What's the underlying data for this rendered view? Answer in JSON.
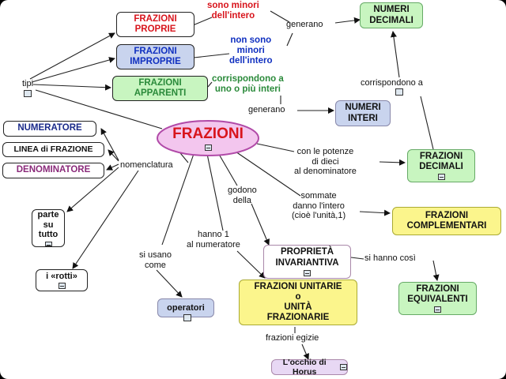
{
  "center": {
    "label": "FRAZIONI"
  },
  "types": {
    "label": "tipi",
    "proprie": "FRAZIONI PROPRIE",
    "improprie": "FRAZIONI IMPROPRIE",
    "apparenti": "FRAZIONI APPARENTI",
    "proprie_desc": "sono minori\ndell'intero",
    "improprie_desc": "non sono\nminori\ndell'intero",
    "apparenti_desc": "corrispondono a\nuno o più interi"
  },
  "links": {
    "generano_top": "generano",
    "generano_mid": "generano",
    "corrispondono_a": "corrispondono a",
    "nomenclatura": "nomenclatura",
    "potenze": "con le potenze\ndi dieci\nal denominatore",
    "godono": "godono\ndella",
    "sommate": "sommate\ndanno l'intero\n(cioè l'unità,1)",
    "hanno1": "hanno 1\nal numeratore",
    "si_usano": "si usano\ncome",
    "si_hanno": "si hanno così",
    "frazioni_egizie": "frazioni egizie"
  },
  "nodes": {
    "numeri_decimali": "NUMERI\nDECIMALI",
    "numeri_interi": "NUMERI\nINTERI",
    "frazioni_decimali": "FRAZIONI\nDECIMALI",
    "frazioni_complementari": "FRAZIONI\nCOMPLEMENTARI",
    "proprieta": "PROPRIETÀ\nINVARIANTIVA",
    "frazioni_equivalenti": "FRAZIONI\nEQUIVALENTI",
    "frazioni_unitarie": "FRAZIONI UNITARIE\no\nUNITÀ\nFRAZIONARIE",
    "occhio": "L'occhio di Horus",
    "operatori": "operatori",
    "numeratore": "NUMERATORE",
    "linea": "LINEA di FRAZIONE",
    "denominatore": "DENOMINATORE",
    "parte_su_tutto": "parte\nsu\ntutto",
    "rotti": "i «rotti»"
  },
  "colors": {
    "red": "#d8141c",
    "blue": "#1030c0",
    "green": "#2a8a3a",
    "center_fill": "#f3c6ee",
    "center_stroke": "#b14aa8",
    "green_node": "#c8f5c0",
    "blue_node": "#c9d4ee",
    "yellow_node": "#fbf58c",
    "lavender_node": "#e8d8f4",
    "purple_text": "#8a2a7a"
  }
}
